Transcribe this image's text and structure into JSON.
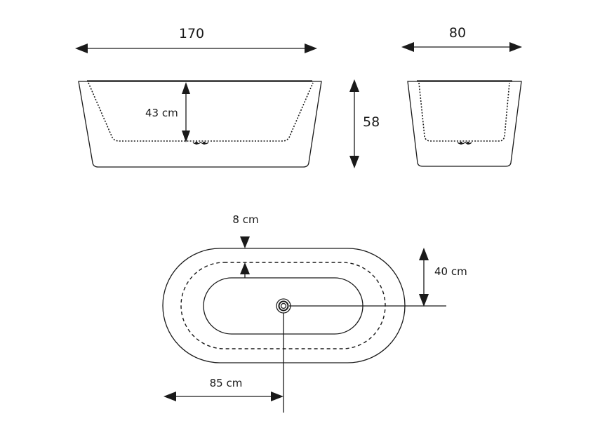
{
  "diagram": {
    "side_view": {
      "length_label": "170",
      "inner_depth_label": "43 cm",
      "height_label": "58"
    },
    "end_view": {
      "width_label": "80"
    },
    "top_view": {
      "rim_label": "8 cm",
      "drain_offset_label": "40 cm",
      "half_length_label": "85 cm"
    }
  }
}
